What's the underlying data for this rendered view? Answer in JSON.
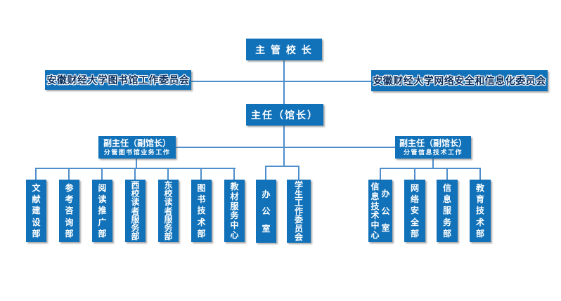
{
  "colors": {
    "box_blue": "#1272B9",
    "line_blue": "#4E8ECB",
    "committee_text": "#0A2F5E"
  },
  "nodes": {
    "chancellor": {
      "label": "主 管 校 长"
    },
    "committee_left": {
      "label": "安徽财经大学图书馆工作委员会"
    },
    "committee_right": {
      "label": "安徽财经大学网络安全和信息化委员会"
    },
    "director": {
      "label": "主任（馆长）"
    },
    "deputy_left": {
      "title": "副主任（副馆长）",
      "subtitle": "分管图书馆业务工作"
    },
    "deputy_right": {
      "title": "副主任（副馆长）",
      "subtitle": "分管信息技术工作"
    },
    "library_depts": [
      {
        "label": "文献建设部",
        "columns": [
          "文献建设部"
        ]
      },
      {
        "label": "参考咨询部",
        "columns": [
          "参考咨询部"
        ]
      },
      {
        "label": "阅读推广部",
        "columns": [
          "阅读推广部"
        ]
      },
      {
        "label": "西校读者服务部",
        "columns": [
          "西校读者服务部"
        ]
      },
      {
        "label": "东校读者服务部",
        "columns": [
          "东校读者服务部"
        ]
      },
      {
        "label": "图书技术部",
        "columns": [
          "图书技术部"
        ]
      },
      {
        "label": "教材服务中心",
        "columns": [
          "教材服务中心"
        ]
      }
    ],
    "director_depts": [
      {
        "label": "办公室",
        "columns": [
          "办公室"
        ]
      },
      {
        "label": "学生工作委员会",
        "columns": [
          "学生工作委员会"
        ]
      }
    ],
    "it_depts": [
      {
        "label": "信息技术中心办公室",
        "columns": [
          "信息技术中心",
          "办公室"
        ]
      },
      {
        "label": "网络安全部",
        "columns": [
          "网络安全部"
        ]
      },
      {
        "label": "信息服务部",
        "columns": [
          "信息服务部"
        ]
      },
      {
        "label": "教育技术部",
        "columns": [
          "教育技术部"
        ]
      }
    ]
  }
}
